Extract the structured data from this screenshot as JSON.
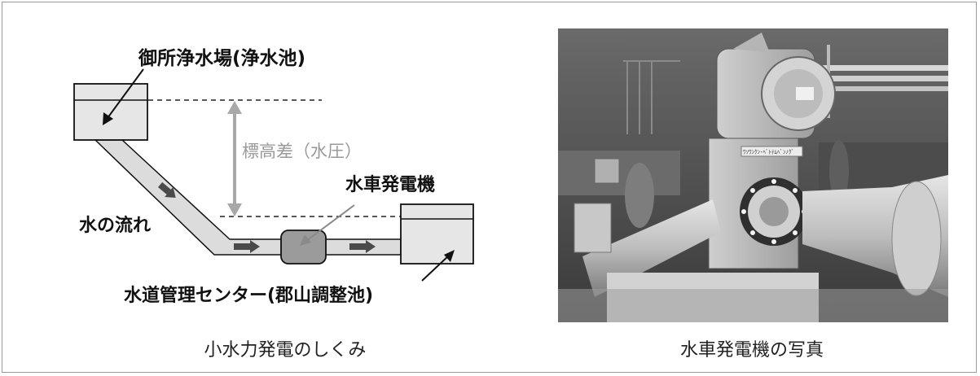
{
  "diagram": {
    "upper_reservoir_label": "御所浄水場(浄水池)",
    "elevation_label": "標高差（水圧）",
    "generator_label": "水車発電機",
    "flow_label": "水の流れ",
    "lower_reservoir_label": "水道管理センター(郡山調整池)",
    "caption": "小水力発電のしくみ"
  },
  "photo": {
    "plate_text": "ﾜｿﾜﾝｸﾝ･ﾍﾞﾄﾃﾑﾍﾞﾝﾉｸﾞ",
    "caption": "水車発電機の写真"
  },
  "colors": {
    "frame": "#9a9a9a",
    "pipe_fill": "#dcdcdc",
    "generator_fill": "#9b9b9b",
    "arrow_dark": "#4a4a4a",
    "elevation_arrow": "#a8a8a8"
  }
}
